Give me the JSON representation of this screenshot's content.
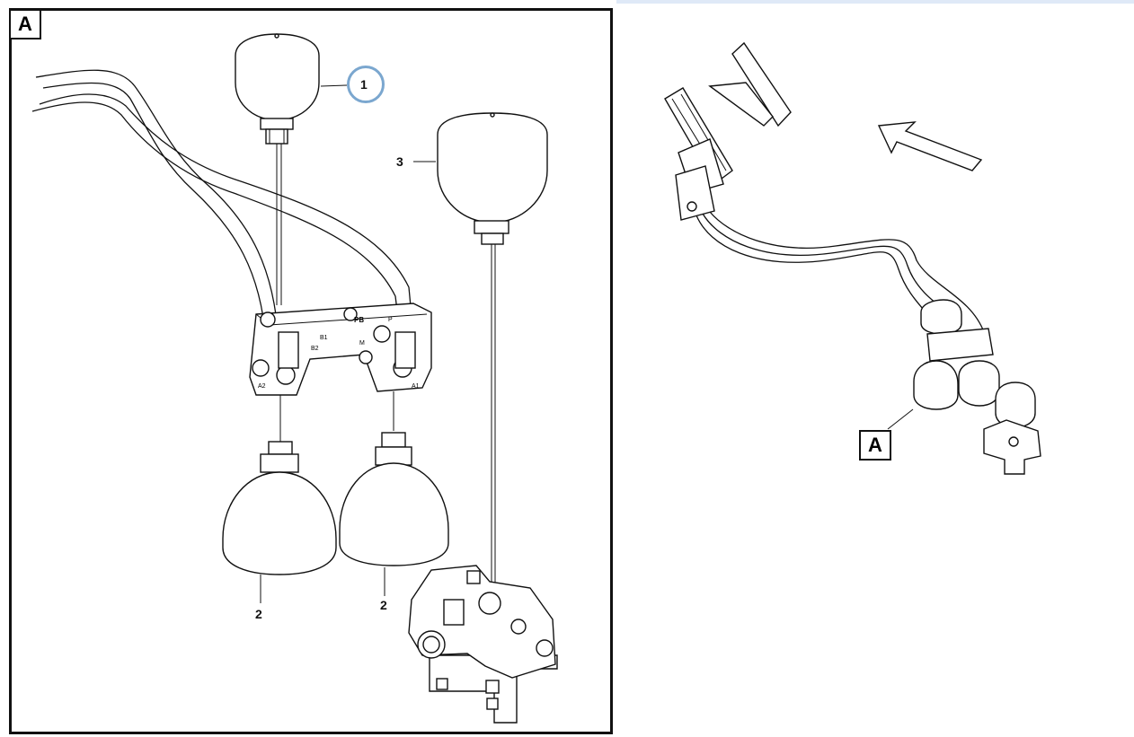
{
  "view_label": "A",
  "callouts": {
    "item1": "1",
    "item2a": "2",
    "item2b": "2",
    "item3": "3"
  },
  "port_labels": [
    "PB",
    "B1",
    "B2",
    "M",
    "A1",
    "A2",
    "P"
  ],
  "highlight_color": "#7ba7cf"
}
